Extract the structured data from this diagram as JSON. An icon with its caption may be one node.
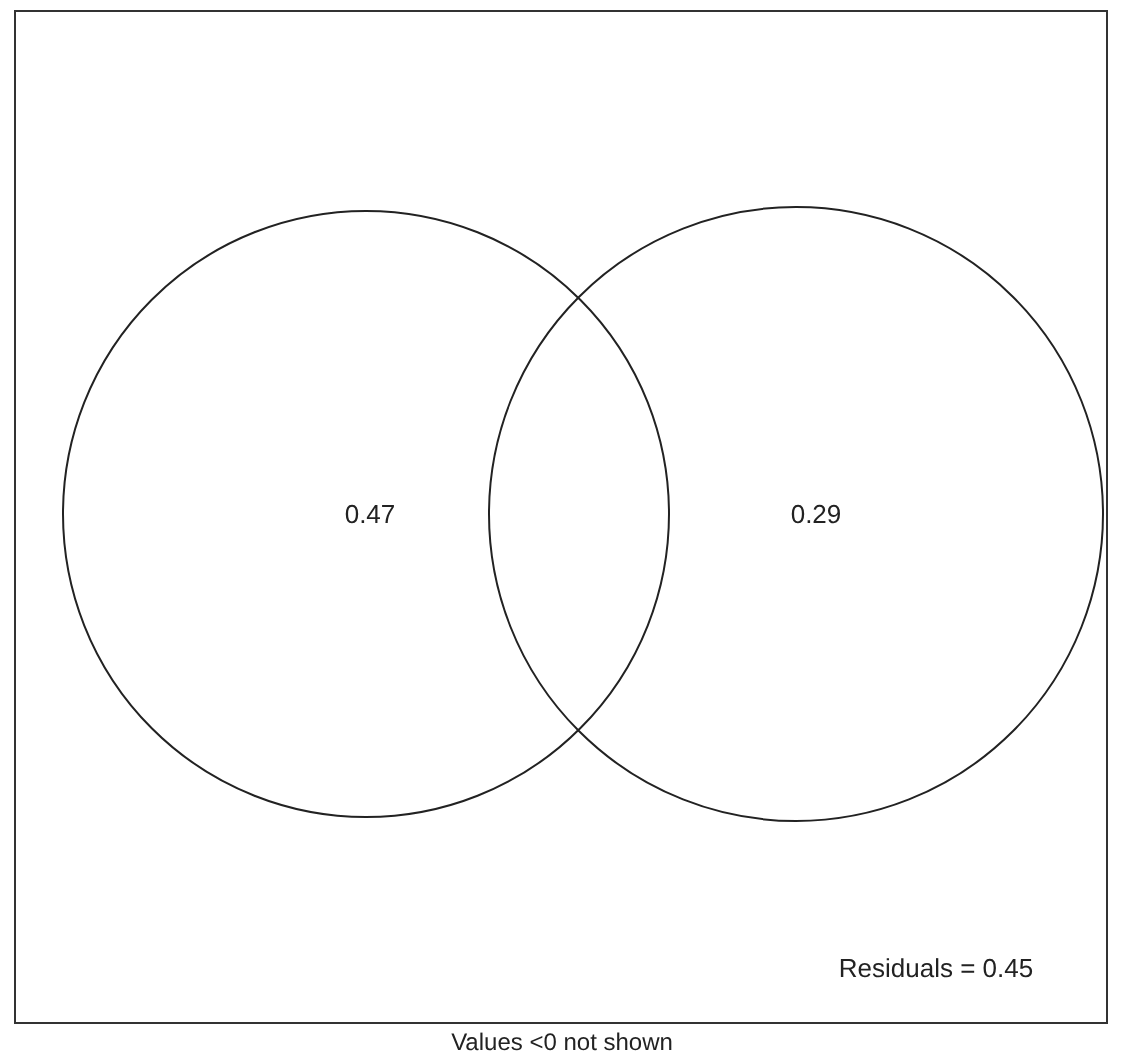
{
  "diagram": {
    "caption": "Values <0 not shown",
    "nodes": [
      {
        "text": [
          "0.47"
        ]
      },
      {
        "text": [
          "0.29"
        ]
      }
    ],
    "labels": [
      "Residuals = 0.45"
    ]
  }
}
